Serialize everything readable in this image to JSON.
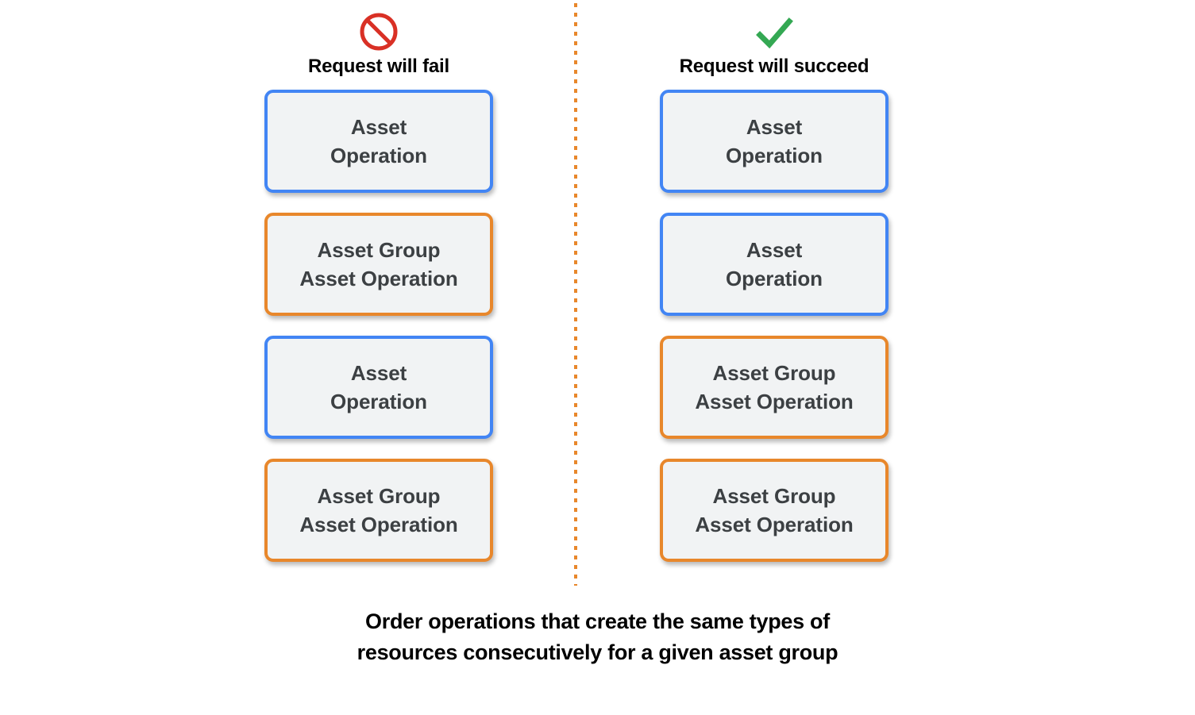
{
  "colors": {
    "background": "#ffffff",
    "box_fill": "#F1F3F4",
    "box_text": "#3C4043",
    "blue_border": "#4285F4",
    "orange_border": "#E8872B",
    "fail_icon": "#D93025",
    "succeed_icon": "#34A853",
    "divider": "#E8872B",
    "caption_text": "#000000"
  },
  "columns": [
    {
      "id": "fail",
      "icon": "prohibited-icon",
      "header_label": "Request will fail",
      "boxes": [
        {
          "label": "Asset\nOperation",
          "variant": "blue"
        },
        {
          "label": "Asset Group\nAsset Operation",
          "variant": "orange"
        },
        {
          "label": "Asset\nOperation",
          "variant": "blue"
        },
        {
          "label": "Asset Group\nAsset Operation",
          "variant": "orange"
        }
      ]
    },
    {
      "id": "succeed",
      "icon": "checkmark-icon",
      "header_label": "Request will succeed",
      "boxes": [
        {
          "label": "Asset\nOperation",
          "variant": "blue"
        },
        {
          "label": "Asset\nOperation",
          "variant": "blue"
        },
        {
          "label": "Asset Group\nAsset Operation",
          "variant": "orange"
        },
        {
          "label": "Asset Group\nAsset Operation",
          "variant": "orange"
        }
      ]
    }
  ],
  "caption": "Order operations that create the same types of\nresources consecutively for a given asset group"
}
